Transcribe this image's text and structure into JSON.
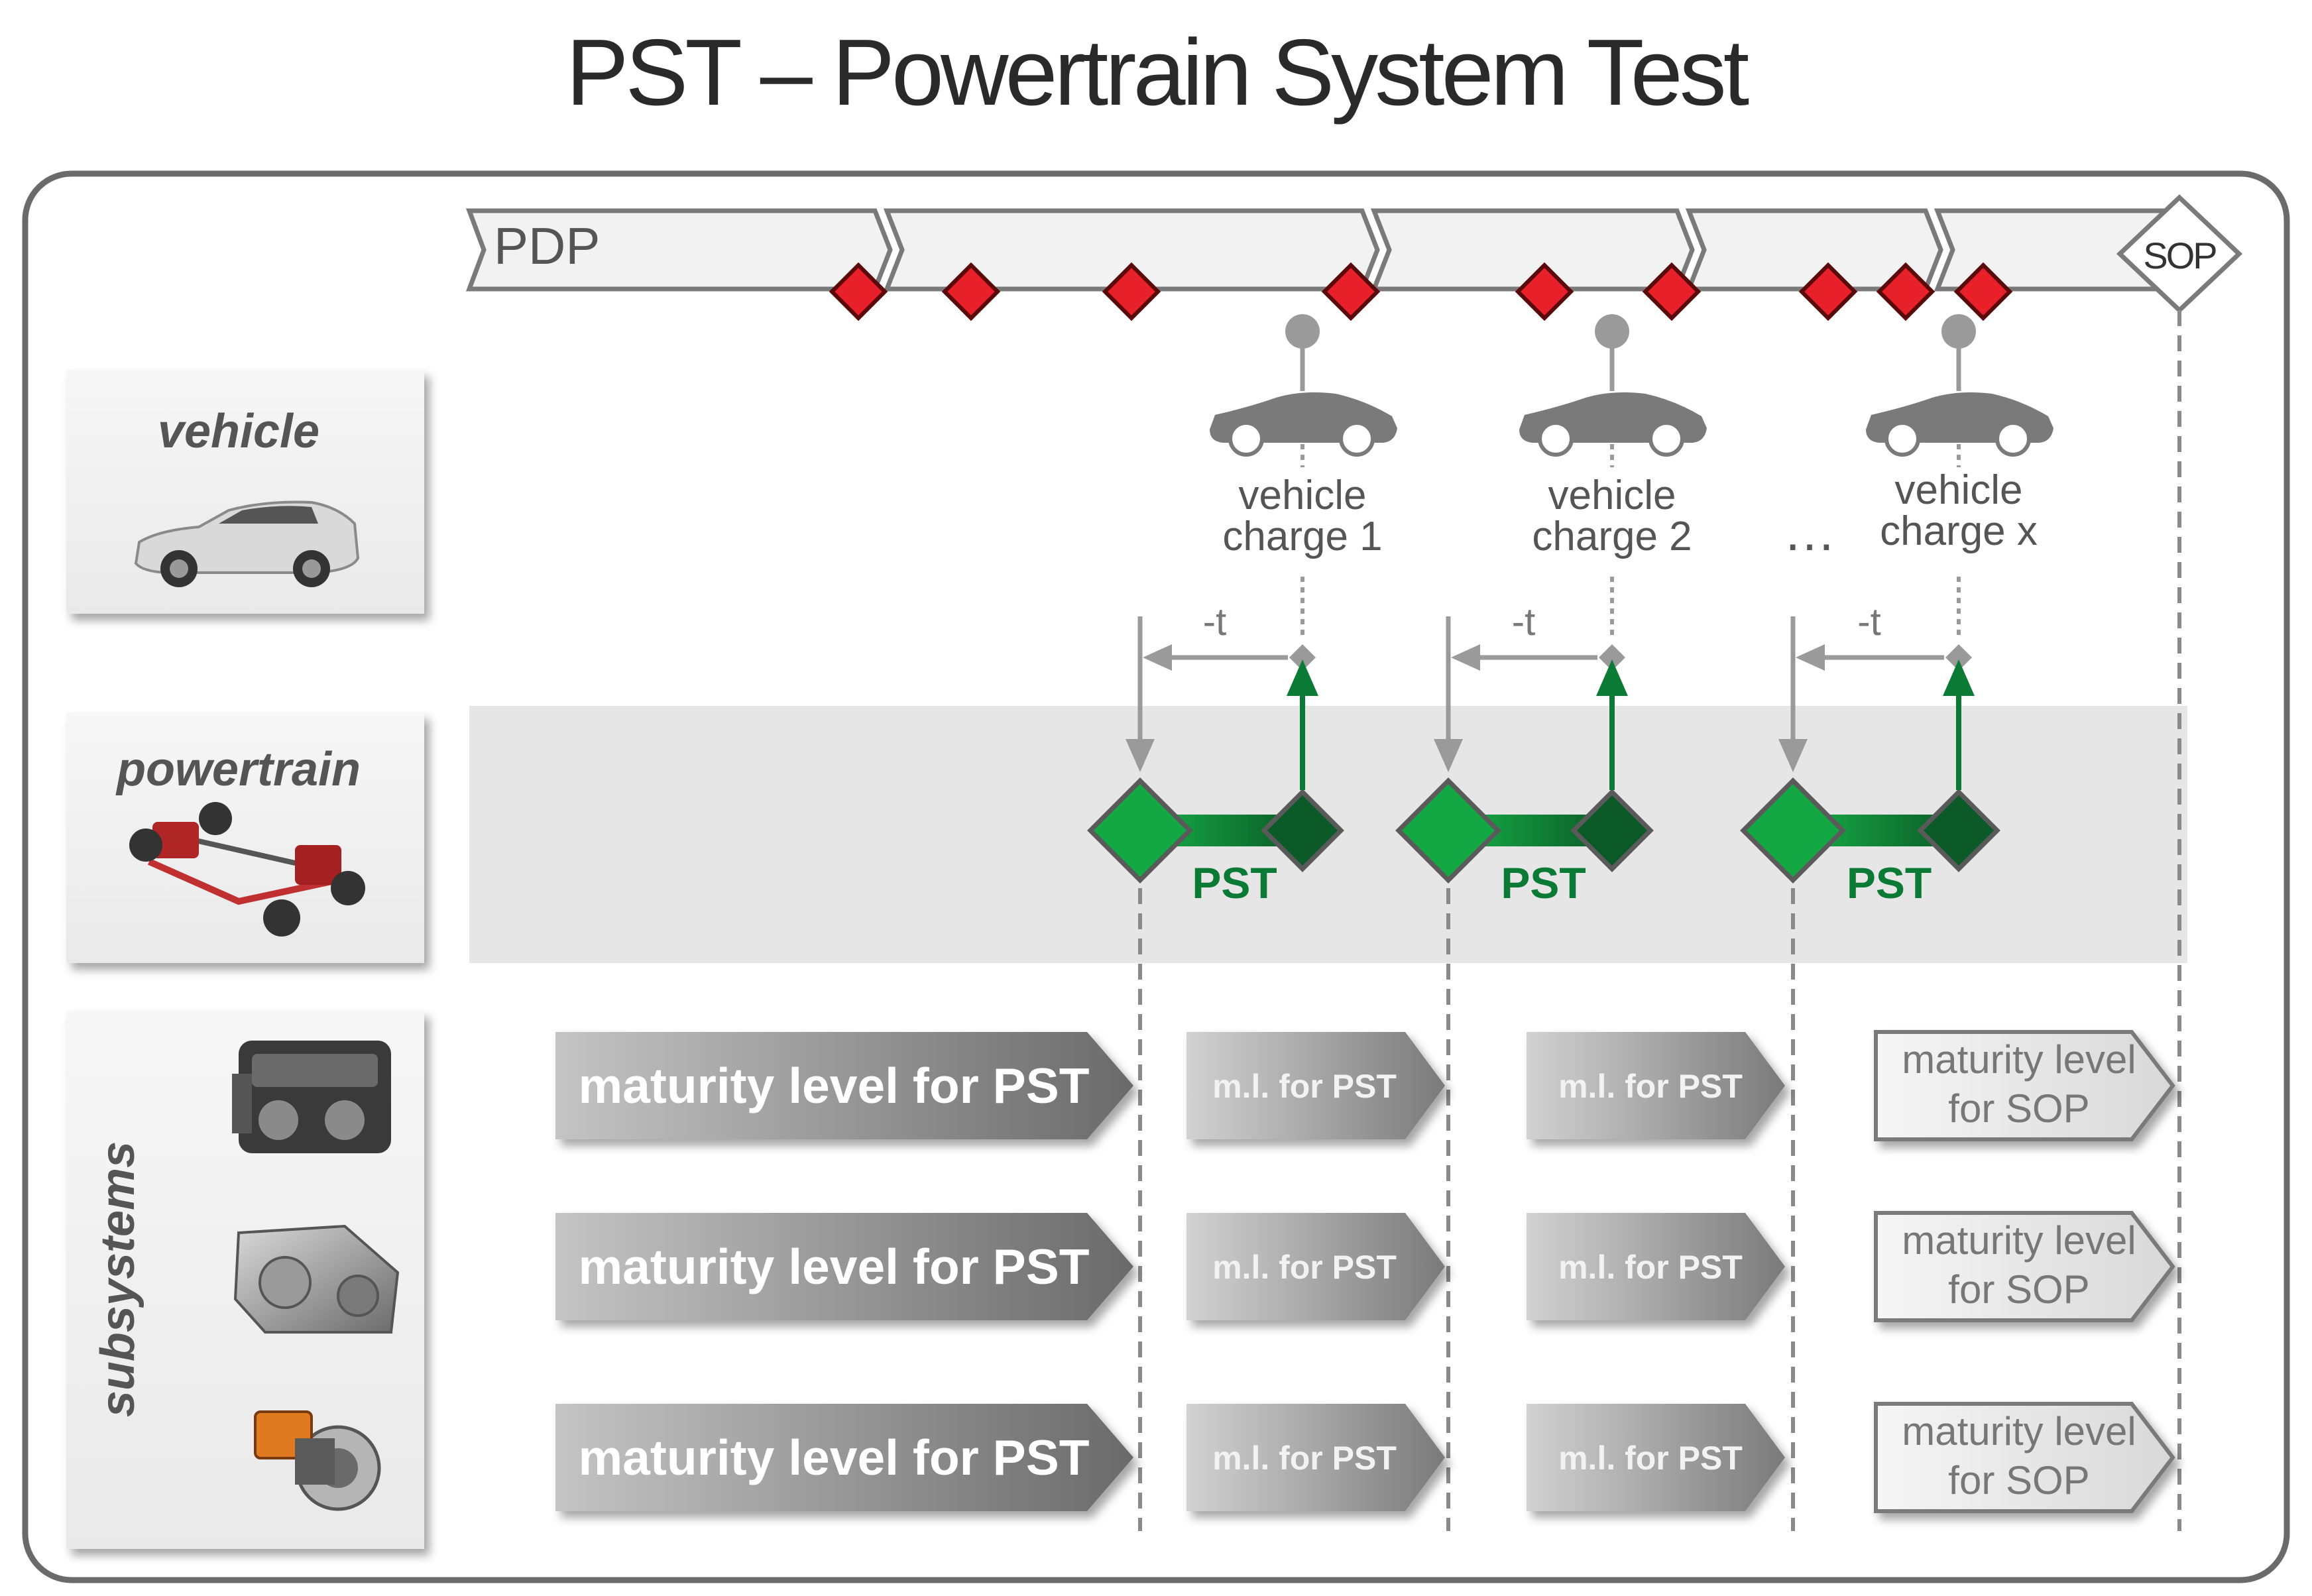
{
  "title": "PST – Powertrain System Test",
  "phase_label": "PDP",
  "sop_label": "SOP",
  "rows": {
    "vehicle": "vehicle",
    "powertrain": "powertrain",
    "subsystems": "subsystems"
  },
  "vehicle_charges": [
    {
      "line1": "vehicle",
      "line2": "charge 1"
    },
    {
      "line1": "vehicle",
      "line2": "charge 2"
    },
    {
      "line1": "vehicle",
      "line2": "charge x"
    }
  ],
  "ellipsis": "…",
  "offset_label": "-t",
  "pst_label": "PST",
  "maturity_main": "maturity level for PST",
  "maturity_short": "m.l. for PST",
  "maturity_sop_line1": "maturity level",
  "maturity_sop_line2": "for SOP",
  "colors": {
    "milestone": "#e8202a",
    "pst_green": "#0a8a3a",
    "pst_dark": "#0b5a28",
    "arrow_green": "#0a7a35",
    "band": "#e6e6e6",
    "text_gray": "#555555"
  },
  "icons": [
    "car-photo-icon",
    "chassis-icon",
    "engine-icon",
    "transmission-icon",
    "e-motor-icon",
    "car-silhouette-icon"
  ]
}
